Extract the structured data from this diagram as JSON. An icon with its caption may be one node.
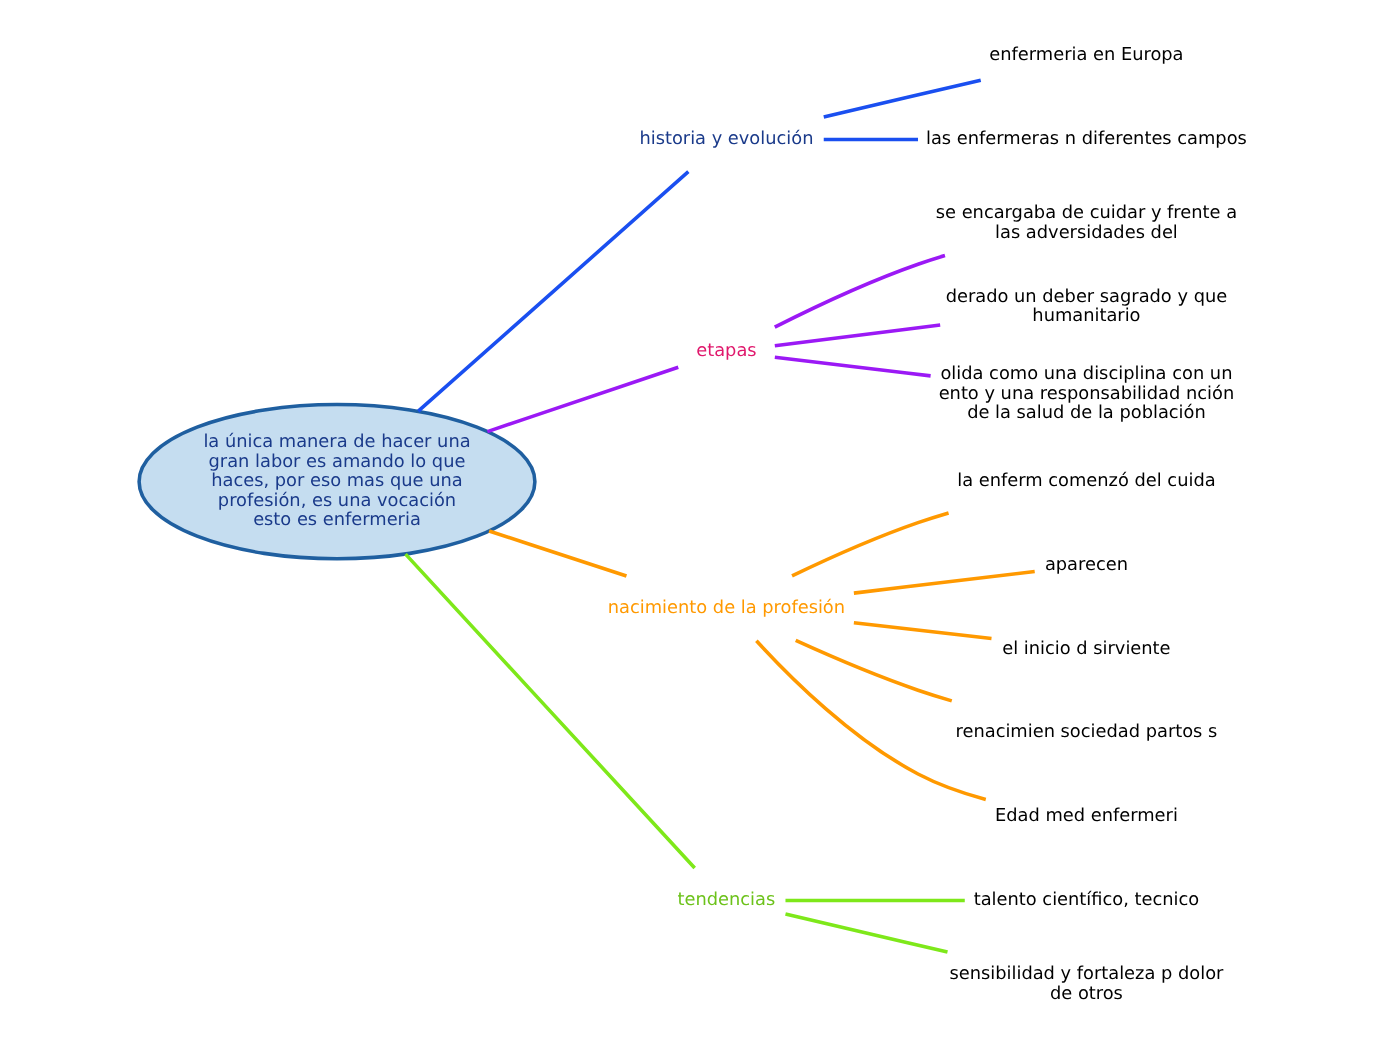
{
  "diagram": {
    "nodes": [
      {
        "text": [
          "la única manera de hacer una gran labor es amando lo que haces, por eso mas que una profesión, es una vocación esto es enfermeria"
        ]
      },
      {
        "text": [
          "historia y evolución"
        ]
      },
      {
        "text": [
          "enfermeria en Europa"
        ]
      },
      {
        "text": [
          "las enfermeras n diferentes campos"
        ]
      },
      {
        "text": [
          "etapas"
        ]
      },
      {
        "text": [
          "se encargaba de cuidar y frente a las adversidades del"
        ]
      },
      {
        "text": [
          "derado un deber sagrado y que humanitario"
        ]
      },
      {
        "text": [
          "olida como una disciplina con un ento y una responsabilidad nción de la salud de la población"
        ]
      },
      {
        "text": [
          "nacimiento de la profesión"
        ]
      },
      {
        "text": [
          "la enferm comenzó del cuida"
        ]
      },
      {
        "text": [
          "aparecen"
        ]
      },
      {
        "text": [
          "el inicio d sirviente"
        ]
      },
      {
        "text": [
          "renacimien sociedad partos s"
        ]
      },
      {
        "text": [
          "Edad med enfermeri"
        ]
      },
      {
        "text": [
          "tendencias"
        ]
      },
      {
        "text": [
          "talento científico, tecnico"
        ]
      },
      {
        "text": [
          "sensibilidad y fortaleza p dolor de otros"
        ]
      }
    ],
    "edges": [
      {
        "from": 0,
        "to": 1,
        "arrow": "none",
        "color": "#1a4ff0"
      },
      {
        "from": 1,
        "to": 2,
        "arrow": "none",
        "color": "#1a4ff0"
      },
      {
        "from": 1,
        "to": 3,
        "arrow": "none",
        "color": "#1a4ff0"
      },
      {
        "from": 0,
        "to": 4,
        "arrow": "none",
        "color": "#9b19f5"
      },
      {
        "from": 4,
        "to": 5,
        "arrow": "none",
        "color": "#9b19f5"
      },
      {
        "from": 4,
        "to": 6,
        "arrow": "none",
        "color": "#9b19f5"
      },
      {
        "from": 4,
        "to": 7,
        "arrow": "none",
        "color": "#9b19f5"
      },
      {
        "from": 0,
        "to": 8,
        "arrow": "none"
      },
      {
        "from": 8,
        "to": 9,
        "arrow": "none"
      },
      {
        "from": 8,
        "to": 10,
        "arrow": "none"
      },
      {
        "from": 8,
        "to": 11,
        "arrow": "none"
      },
      {
        "from": 8,
        "to": 12,
        "arrow": "none"
      },
      {
        "from": 8,
        "to": 13,
        "arrow": "none"
      },
      {
        "from": 0,
        "to": 14,
        "arrow": "none",
        "color": "#7ee81a"
      },
      {
        "from": 14,
        "to": 15,
        "arrow": "none",
        "color": "#7ee81a"
      },
      {
        "from": 14,
        "to": 16,
        "arrow": "none",
        "color": "#7ee81a"
      }
    ]
  }
}
